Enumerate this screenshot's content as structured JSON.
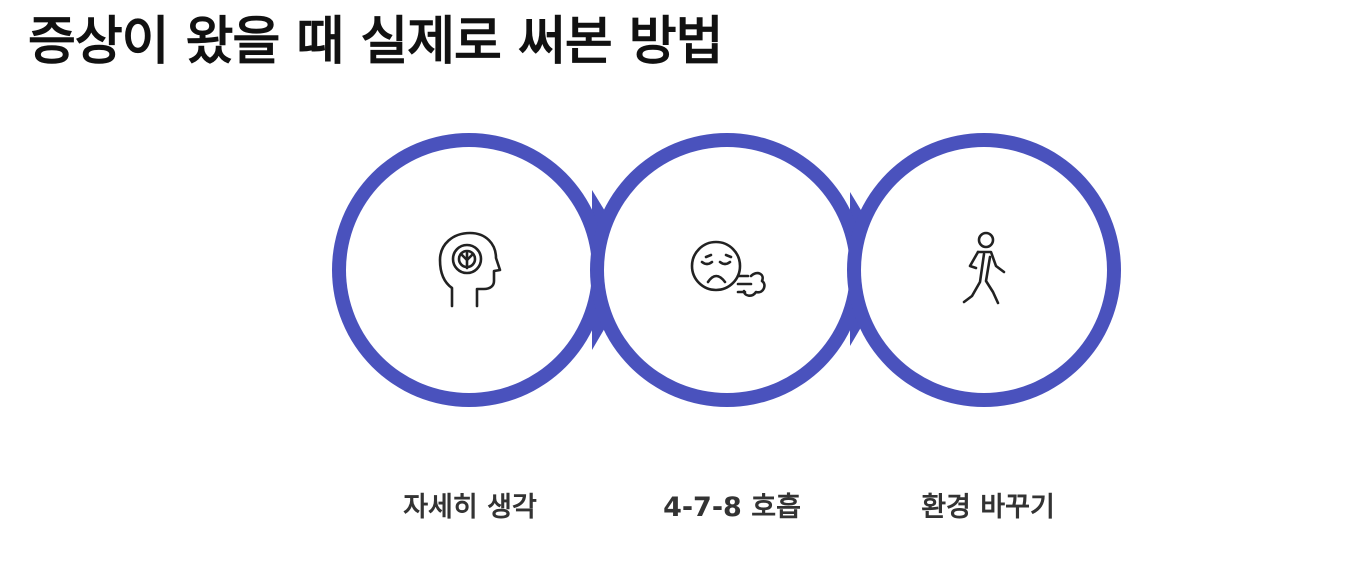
{
  "title": "증상이 왔을 때 실제로 써본 방법",
  "accent_color": "#4a52bd",
  "steps": [
    {
      "label": "자세히 생각",
      "icon": "head-brain-icon"
    },
    {
      "label": "4-7-8 호흡",
      "icon": "exhaling-face-icon"
    },
    {
      "label": "환경 바꾸기",
      "icon": "walking-person-icon"
    }
  ]
}
